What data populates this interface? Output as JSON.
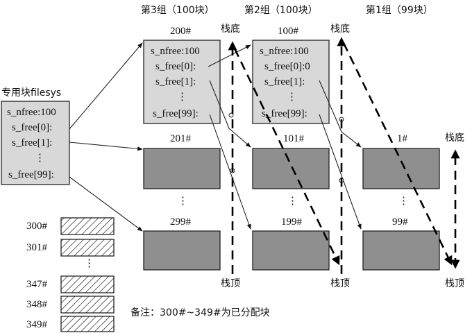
{
  "group_headers": [
    "第3组（100块）",
    "第2组（100块）",
    "第1组（99块）"
  ],
  "superblock": {
    "title": "专用块filesys",
    "rows": [
      "s_nfree:100",
      "s_free[0]:",
      "s_free[1]:",
      "⋮",
      "s_free[99]:"
    ]
  },
  "group3": {
    "index_label": "200#",
    "rows": [
      "s_nfree:100",
      "s_free[0]:",
      "s_free[1]:",
      "⋮",
      "s_free[99]:"
    ],
    "block_labels": [
      "201#",
      "⋮",
      "299#"
    ]
  },
  "group2": {
    "index_label": "100#",
    "rows": [
      "s_nfree:100",
      "s_free[0]:0",
      "s_free[1]:",
      "⋮",
      "s_free[99]:"
    ],
    "block_labels": [
      "101#",
      "⋮",
      "199#"
    ]
  },
  "group1": {
    "block_labels": [
      "1#",
      "⋮",
      "99#"
    ]
  },
  "stack_labels": {
    "bottom": "栈底",
    "top": "栈顶"
  },
  "allocated_blocks": [
    "300#",
    "301#",
    "⋮",
    "347#",
    "348#",
    "349#"
  ],
  "note": "备注：300#~349#为已分配块",
  "colors": {
    "light_box": "#d8d8d8",
    "dark_box": "#8f8f8f",
    "line": "#222222"
  }
}
